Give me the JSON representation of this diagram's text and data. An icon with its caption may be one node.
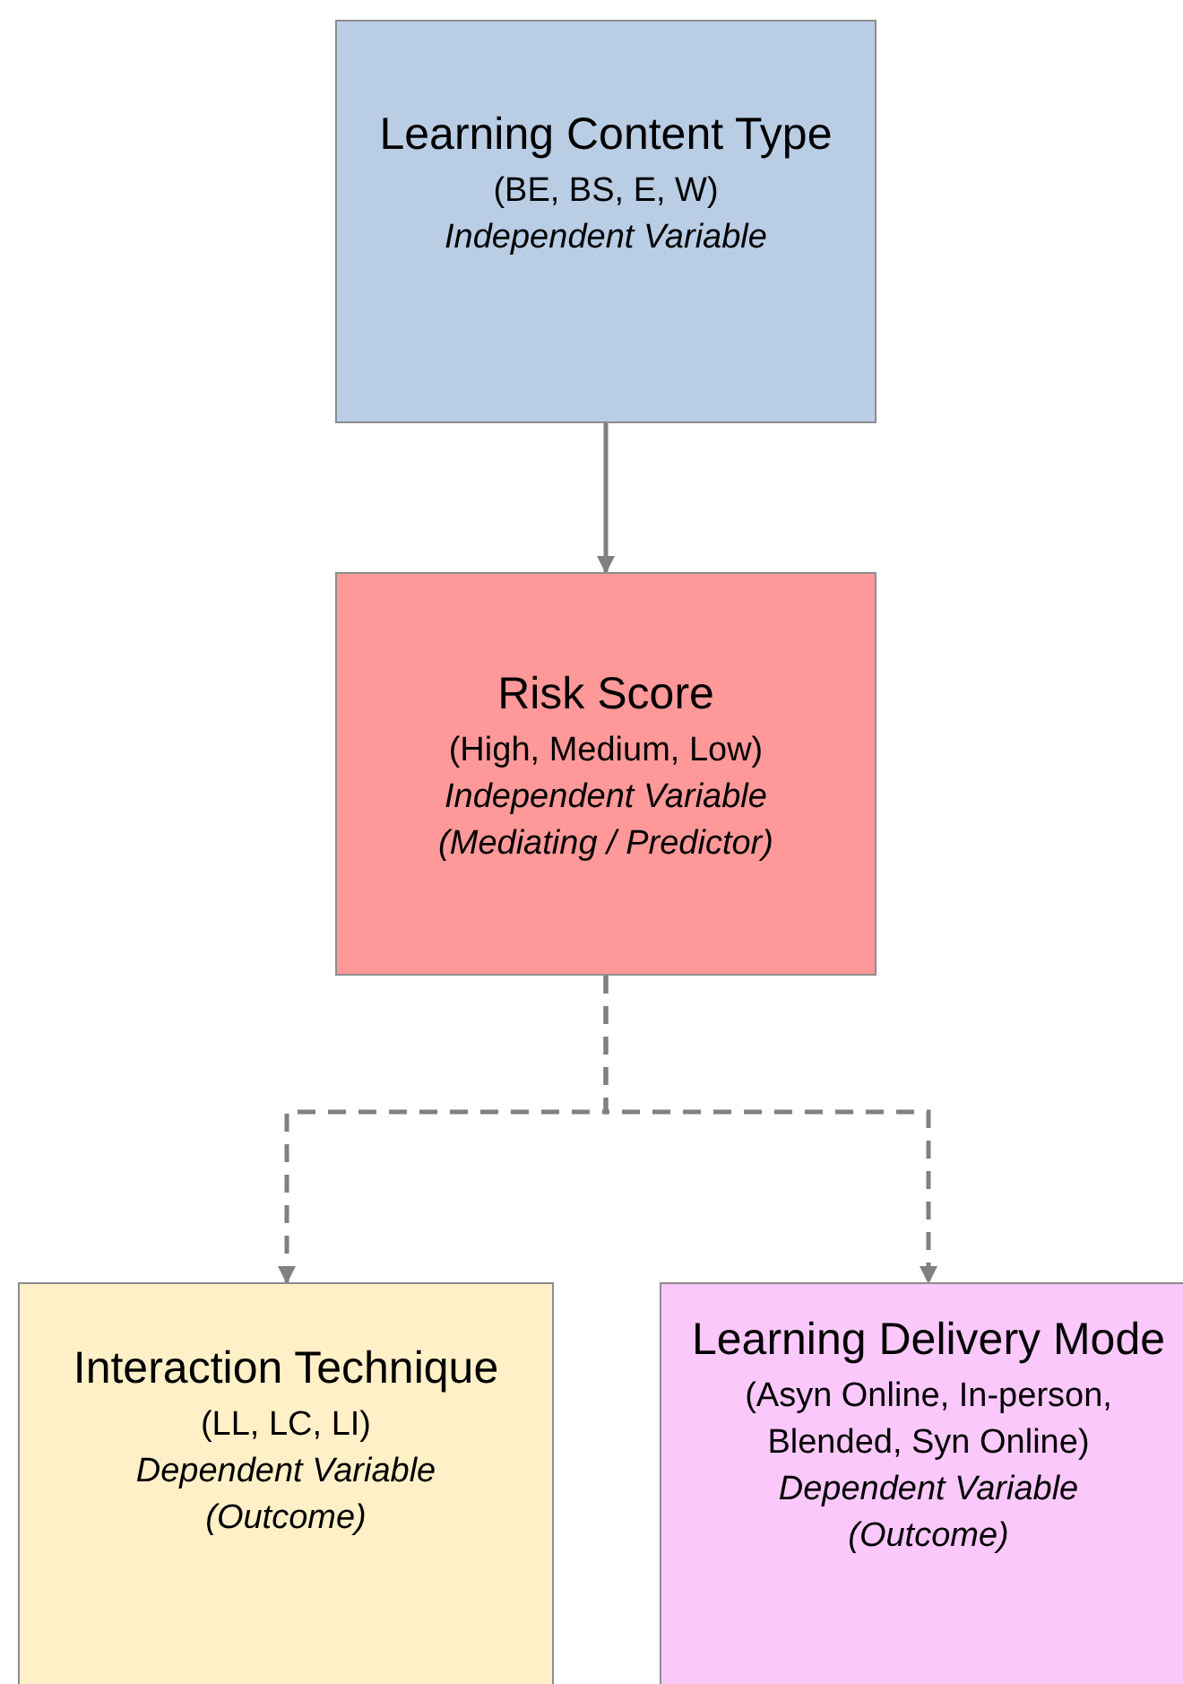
{
  "diagram": {
    "nodes": [
      {
        "text": [
          "Learning Content Type",
          "(BE, BS, E, W)",
          "Independent Variable"
        ]
      },
      {
        "text": [
          "Risk Score",
          "(High, Medium, Low)",
          "Independent Variable",
          "(Mediating / Predictor)"
        ]
      },
      {
        "text": [
          "Interaction Technique",
          "(LL, LC, LI)",
          "Dependent Variable",
          "(Outcome)"
        ]
      },
      {
        "text": [
          "Learning Delivery Mode",
          "(Asyn Online, In-person, Blended, Syn Online)",
          "Dependent Variable",
          "(Outcome)"
        ]
      }
    ],
    "edges": [
      {
        "from": 0,
        "to": 1,
        "arrow": "to"
      },
      {
        "from": 1,
        "to": 2,
        "arrow": "to",
        "style": "dashed"
      },
      {
        "from": 1,
        "to": 3,
        "arrow": "to",
        "style": "dashed"
      }
    ]
  }
}
